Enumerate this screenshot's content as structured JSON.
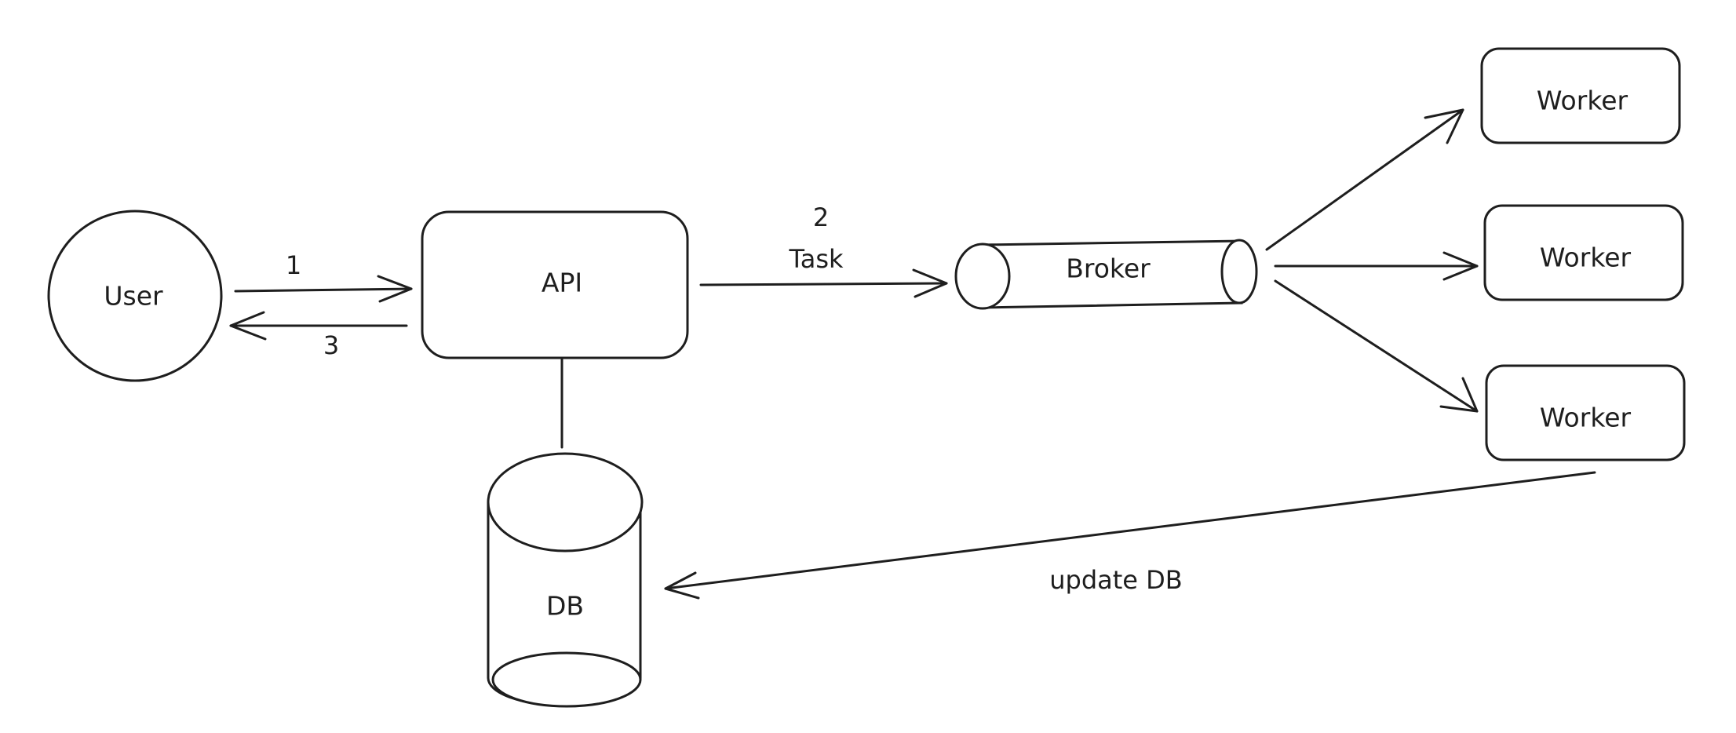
{
  "nodes": {
    "user": {
      "label": "User"
    },
    "api": {
      "label": "API"
    },
    "broker": {
      "label": "Broker"
    },
    "db": {
      "label": "DB"
    },
    "workers": [
      {
        "label": "Worker"
      },
      {
        "label": "Worker"
      },
      {
        "label": "Worker"
      }
    ]
  },
  "edges": {
    "user_to_api": {
      "label": "1"
    },
    "api_to_user": {
      "label": "3"
    },
    "api_to_broker": {
      "label_number": "2",
      "label_text": "Task"
    },
    "worker_to_db": {
      "label": "update DB"
    }
  },
  "colors": {
    "stroke": "#1e1e1e",
    "background": "#ffffff"
  }
}
